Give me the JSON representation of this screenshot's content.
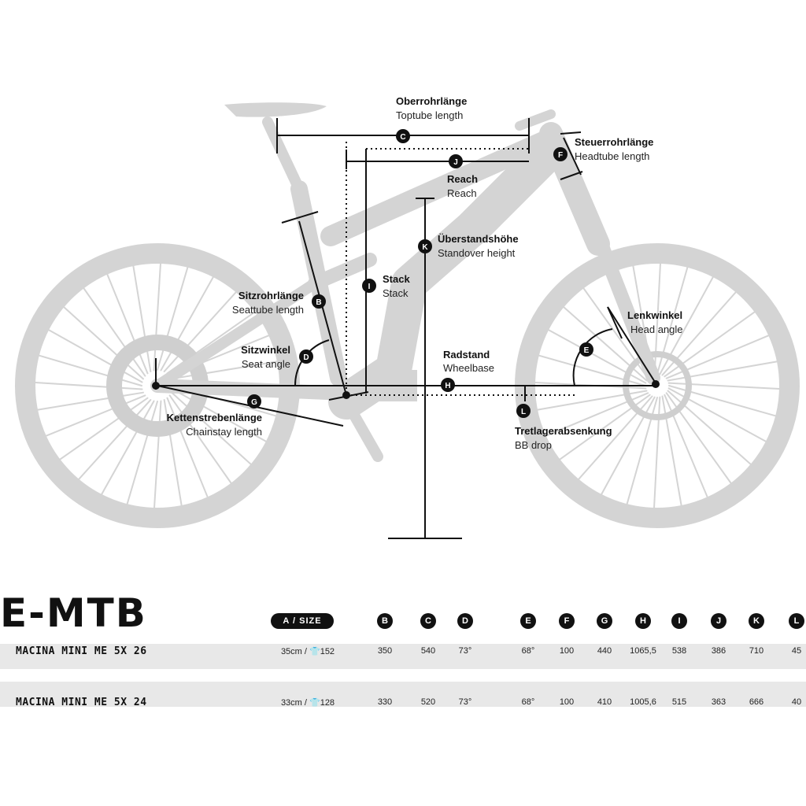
{
  "labels": {
    "C": {
      "de": "Oberrohrlänge",
      "en": "Toptube length"
    },
    "F": {
      "de": "Steuerrohrlänge",
      "en": "Headtube length"
    },
    "J": {
      "de": "Reach",
      "en": "Reach"
    },
    "K": {
      "de": "Überstandshöhe",
      "en": "Standover height"
    },
    "I": {
      "de": "Stack",
      "en": "Stack"
    },
    "B": {
      "de": "Sitzrohrlänge",
      "en": "Seattube length"
    },
    "E": {
      "de": "Lenkwinkel",
      "en": "Head angle"
    },
    "D": {
      "de": "Sitzwinkel",
      "en": "Seat angle"
    },
    "H": {
      "de": "Radstand",
      "en": "Wheelbase"
    },
    "G": {
      "de": "Kettenstrebenlänge",
      "en": "Chainstay length"
    },
    "L": {
      "de": "Tretlagerabsenkung",
      "en": "BB drop"
    }
  },
  "markers": {
    "B": "B",
    "C": "C",
    "D": "D",
    "E": "E",
    "F": "F",
    "G": "G",
    "H": "H",
    "I": "I",
    "J": "J",
    "K": "K",
    "L": "L"
  },
  "table": {
    "title": "E-MTB",
    "size_header": "A / SIZE",
    "columns": [
      "B",
      "C",
      "D",
      "E",
      "F",
      "G",
      "H",
      "I",
      "J",
      "K",
      "L"
    ],
    "rows": [
      {
        "model": "MACINA MINI ME 5X 26",
        "size": "35cm / 👕152",
        "values": [
          "350",
          "540",
          "73°",
          "68°",
          "100",
          "440",
          "1065,5",
          "538",
          "386",
          "710",
          "45"
        ]
      },
      {
        "model": "MACINA MINI ME 5X 24",
        "size": "33cm / 👕128",
        "values": [
          "330",
          "520",
          "73°",
          "68°",
          "100",
          "410",
          "1005,6",
          "515",
          "363",
          "666",
          "40"
        ]
      }
    ]
  },
  "colors": {
    "bike": "#d4d4d4",
    "ink": "#111111",
    "band": "#e8e8e8"
  }
}
